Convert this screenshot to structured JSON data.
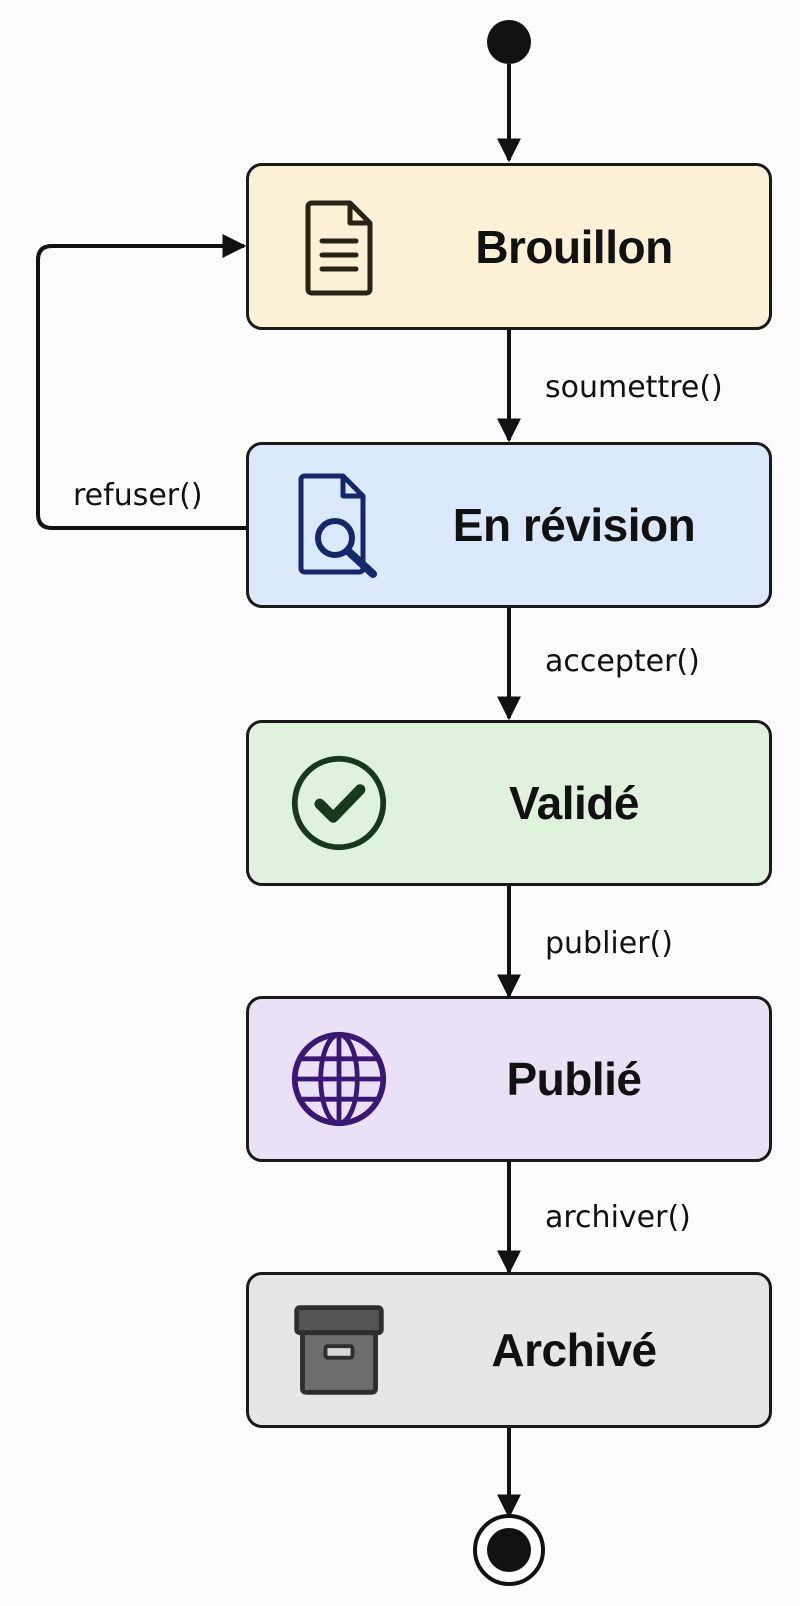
{
  "states": [
    {
      "id": "brouillon",
      "label": "Brouillon",
      "icon": "document-icon",
      "fill": "#fcf0d6"
    },
    {
      "id": "en-revision",
      "label": "En révision",
      "icon": "document-search-icon",
      "fill": "#dbe9fc"
    },
    {
      "id": "valide",
      "label": "Validé",
      "icon": "check-circle-icon",
      "fill": "#dff3dc"
    },
    {
      "id": "publie",
      "label": "Publié",
      "icon": "globe-icon",
      "fill": "#ebe1f7"
    },
    {
      "id": "archive",
      "label": "Archivé",
      "icon": "archive-box-icon",
      "fill": "#e6e6e6"
    }
  ],
  "transitions": {
    "soumettre": "soumettre()",
    "refuser": "refuser()",
    "accepter": "accepter()",
    "publier": "publier()",
    "archiver": "archiver()"
  },
  "colors": {
    "stroke": "#111111",
    "doc_search_icon": "#14276a",
    "check_icon": "#17391b",
    "globe_icon": "#3a1772",
    "archive_icon": "#2e2e2e"
  }
}
